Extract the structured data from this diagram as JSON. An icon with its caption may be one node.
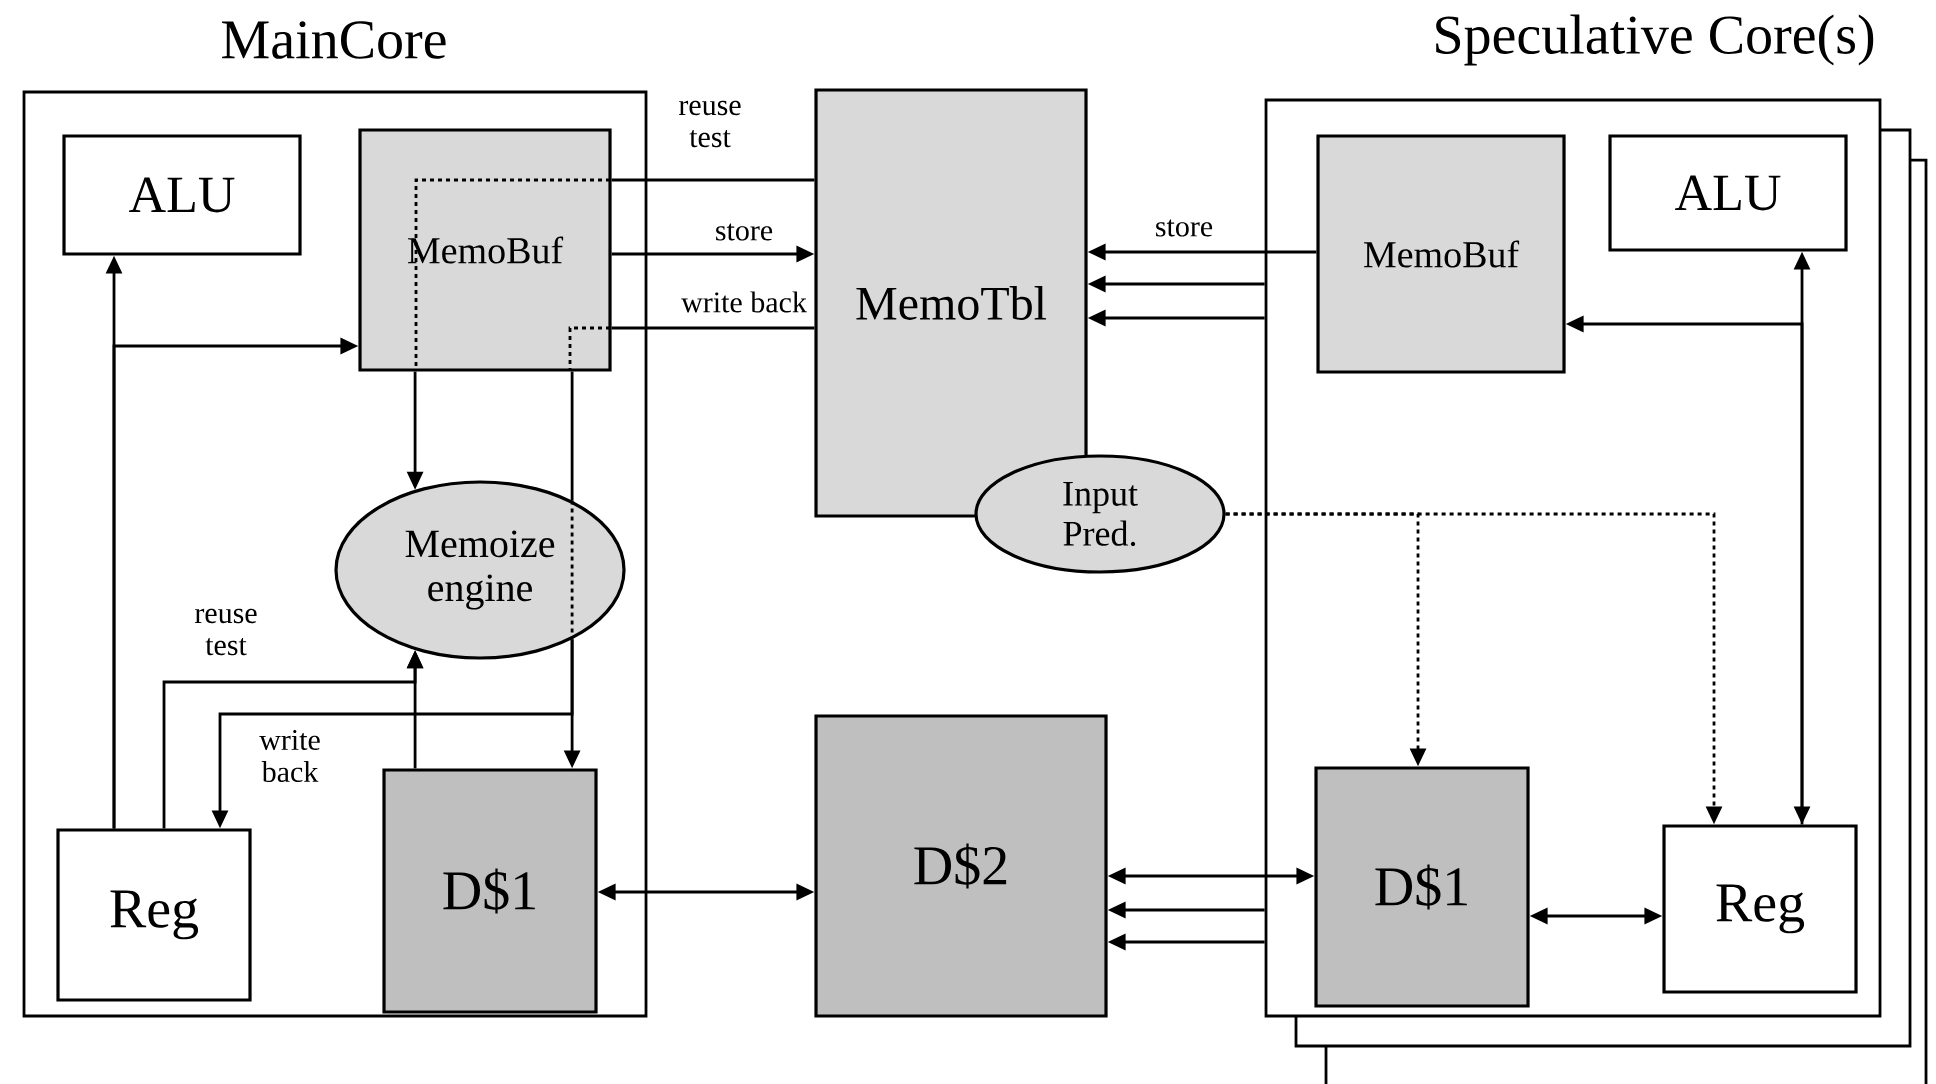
{
  "diagram": {
    "nodes": [
      {
        "text": [
          "MainCore"
        ]
      },
      {
        "text": [
          "ALU"
        ],
        "in": 0
      },
      {
        "text": [
          "MemoBuf"
        ],
        "in": 0
      },
      {
        "text": [
          "Memoize engine"
        ],
        "in": 0
      },
      {
        "text": [
          "Reg"
        ],
        "in": 0
      },
      {
        "text": [
          "D$1"
        ],
        "in": 0
      },
      {
        "text": [
          "MemoTbl"
        ]
      },
      {
        "text": [
          "Input Pred."
        ]
      },
      {
        "text": [
          "D$2"
        ]
      },
      {
        "text": [
          "Speculative Core(s)"
        ]
      },
      {
        "text": [
          "MemoBuf"
        ],
        "in": 9
      },
      {
        "text": [
          "ALU"
        ],
        "in": 9
      },
      {
        "text": [
          "D$1"
        ],
        "in": 9
      },
      {
        "text": [
          "Reg"
        ],
        "in": 9
      }
    ],
    "edges": [
      {
        "from": 4,
        "to": 1,
        "arrow": "to"
      },
      {
        "from": 4,
        "to": 2,
        "arrow": "to"
      },
      {
        "from": 2,
        "to": 3,
        "arrow": "to"
      },
      {
        "from": 6,
        "to": 2,
        "arrow": "none",
        "label": "reuse test"
      },
      {
        "from": 2,
        "to": 6,
        "arrow": "to",
        "label": "store"
      },
      {
        "from": 6,
        "to": 2,
        "arrow": "none",
        "label": "write back"
      },
      {
        "from": 3,
        "to": 5,
        "arrow": "to"
      },
      {
        "from": 3,
        "to": 4,
        "arrow": "to",
        "label": "write back"
      },
      {
        "from": 4,
        "to": 3,
        "arrow": "to",
        "label": "reuse test"
      },
      {
        "from": 5,
        "to": 3,
        "arrow": "to"
      },
      {
        "from": 5,
        "to": 8,
        "arrow": "both"
      },
      {
        "from": 10,
        "to": 6,
        "arrow": "to",
        "label": "store"
      },
      {
        "from": 9,
        "to": 6,
        "arrow": "to"
      },
      {
        "from": 9,
        "to": 6,
        "arrow": "to"
      },
      {
        "from": 8,
        "to": 12,
        "arrow": "both"
      },
      {
        "from": 9,
        "to": 8,
        "arrow": "to"
      },
      {
        "from": 9,
        "to": 8,
        "arrow": "to"
      },
      {
        "from": 13,
        "to": 11,
        "arrow": "both"
      },
      {
        "from": 13,
        "to": 10,
        "arrow": "to"
      },
      {
        "from": 12,
        "to": 13,
        "arrow": "both"
      },
      {
        "from": 7,
        "to": 12,
        "arrow": "to",
        "style": "dashed"
      },
      {
        "from": 7,
        "to": 13,
        "arrow": "to",
        "style": "dashed"
      },
      {
        "from": 2,
        "to": 3,
        "arrow": "none"
      }
    ]
  }
}
